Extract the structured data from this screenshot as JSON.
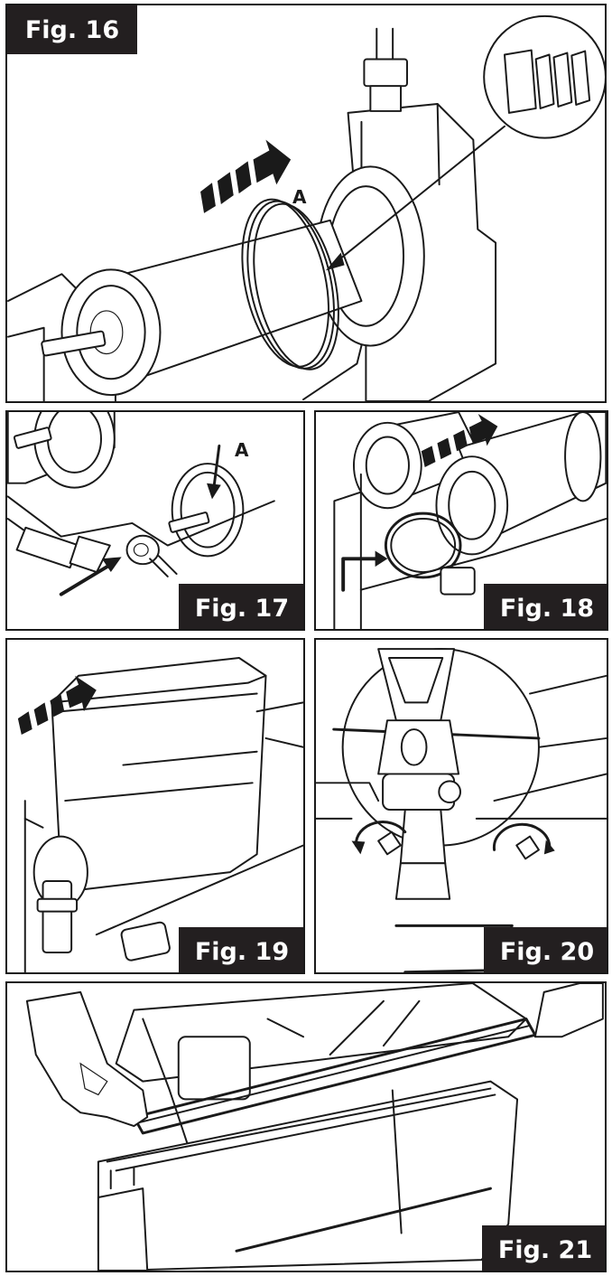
{
  "figures": [
    {
      "id": "fig16",
      "label": "Fig. 16",
      "marker": "A"
    },
    {
      "id": "fig17",
      "label": "Fig. 17",
      "marker": "A"
    },
    {
      "id": "fig18",
      "label": "Fig. 18"
    },
    {
      "id": "fig19",
      "label": "Fig. 19"
    },
    {
      "id": "fig20",
      "label": "Fig. 20"
    },
    {
      "id": "fig21",
      "label": "Fig. 21"
    }
  ]
}
